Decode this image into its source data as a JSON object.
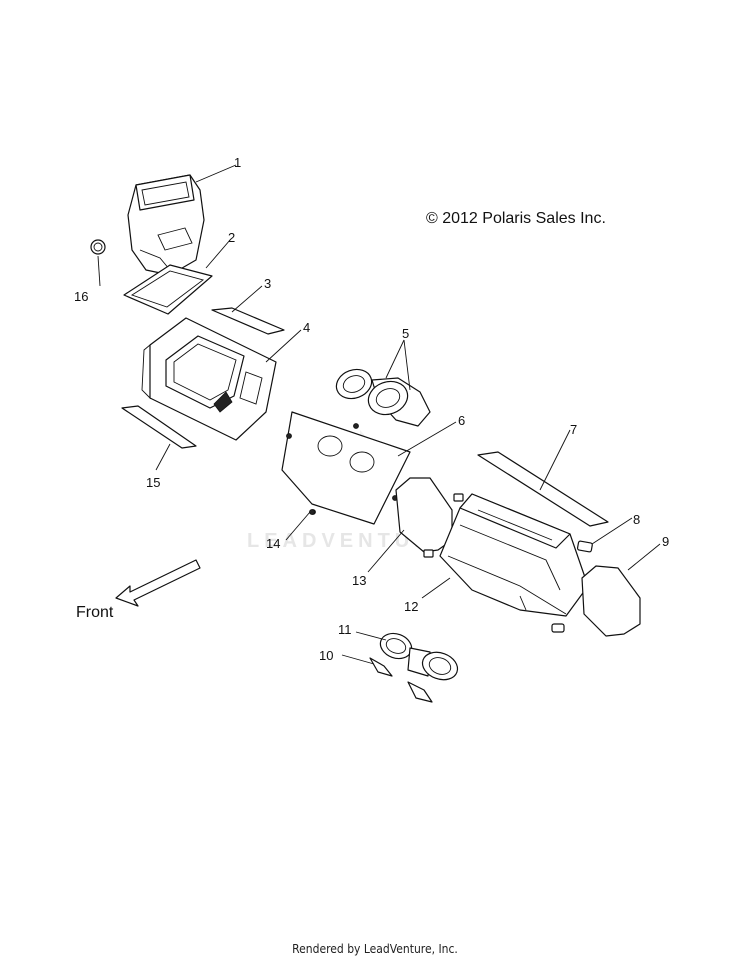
{
  "diagram": {
    "copyright": "© 2012 Polaris Sales Inc.",
    "front_label": "Front",
    "watermark": "LEADVENTURE",
    "footer": "Rendered by LeadVenture, Inc.",
    "callouts": [
      "1",
      "2",
      "3",
      "4",
      "5",
      "6",
      "7",
      "8",
      "9",
      "10",
      "11",
      "12",
      "13",
      "14",
      "15",
      "16"
    ]
  }
}
